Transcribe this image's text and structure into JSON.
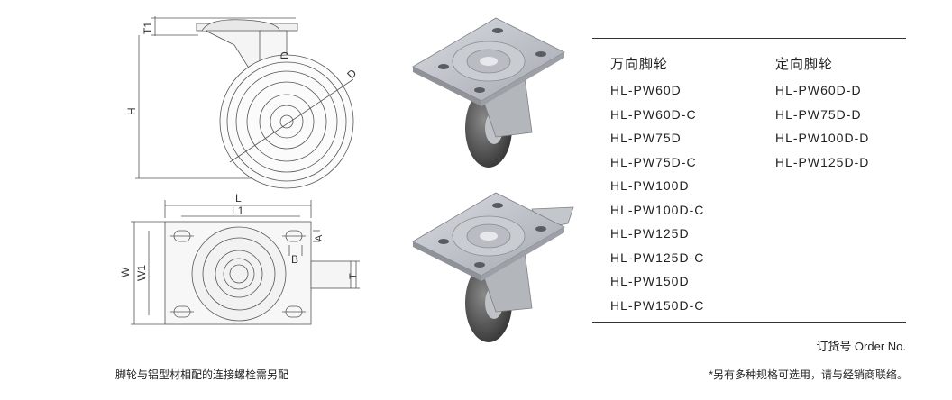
{
  "drawing": {
    "dim_T1": "T1",
    "dim_D_plate": "D",
    "dim_D_wheel": "D",
    "dim_H": "H",
    "dim_L": "L",
    "dim_L1": "L1",
    "dim_A": "A",
    "dim_B": "B",
    "dim_W": "W",
    "dim_W1": "W1",
    "dim_T": "T"
  },
  "table": {
    "swivel_header": "万向脚轮",
    "fixed_header": "定向脚轮",
    "swivel_models": [
      "HL-PW60D",
      "HL-PW60D-C",
      "HL-PW75D",
      "HL-PW75D-C",
      "HL-PW100D",
      "HL-PW100D-C",
      "HL-PW125D",
      "HL-PW125D-C",
      "HL-PW150D",
      "HL-PW150D-C"
    ],
    "fixed_models": [
      "HL-PW60D-D",
      "HL-PW75D-D",
      "HL-PW100D-D",
      "HL-PW125D-D"
    ],
    "order_label": "订货号 Order No."
  },
  "footer": {
    "left_note": "脚轮与铝型材相配的连接螺栓需另配",
    "right_note": "*另有多种规格可选用，请与经销商联络。"
  }
}
